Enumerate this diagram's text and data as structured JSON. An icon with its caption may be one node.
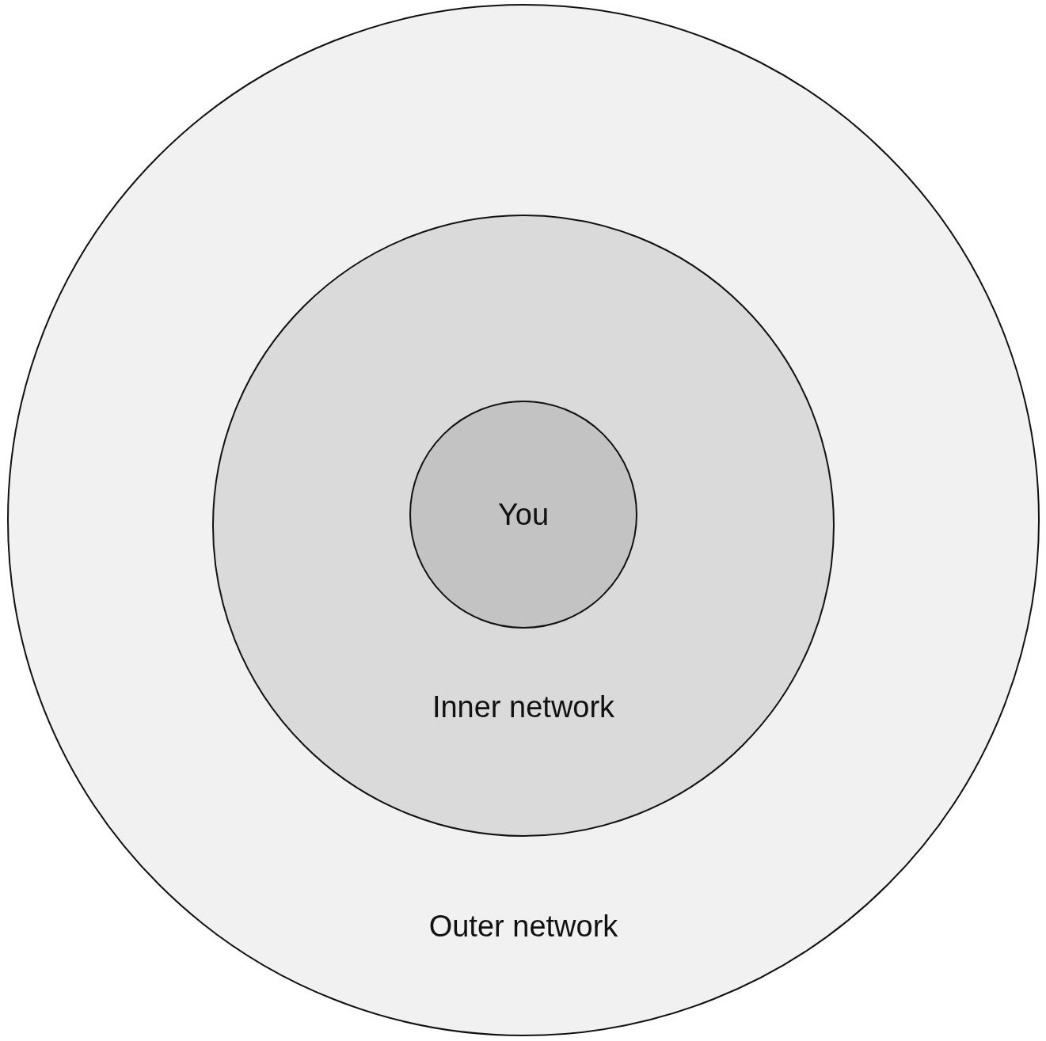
{
  "diagram": {
    "nodes": [
      {
        "text": [
          "Outer network"
        ]
      },
      {
        "text": [
          "Inner network"
        ],
        "in": 0
      },
      {
        "text": [
          "You"
        ],
        "in": 1
      }
    ]
  }
}
